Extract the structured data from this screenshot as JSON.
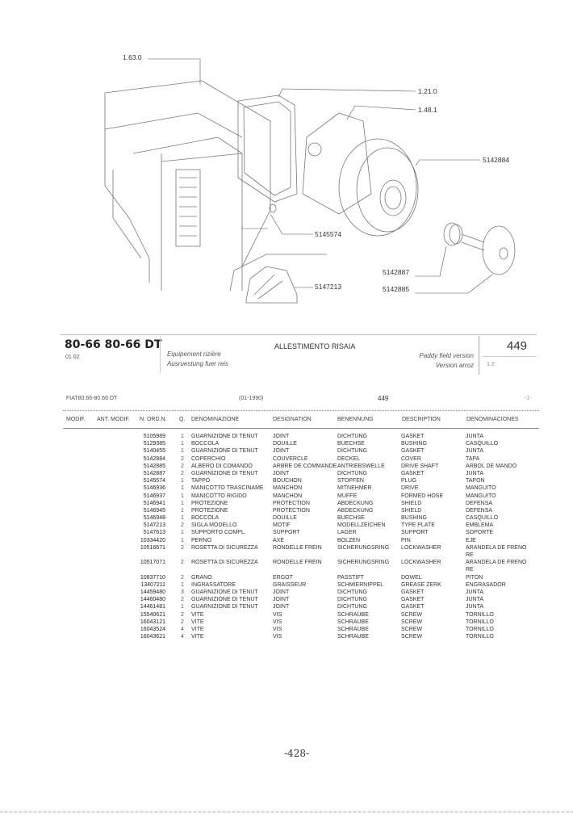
{
  "diagram": {
    "callouts": [
      "1.63.0",
      "1.21.0",
      "1.48.1",
      "5142884",
      "5145574",
      "5147213",
      "5142887",
      "5142885"
    ]
  },
  "header": {
    "model": "80-66 80-66 DT",
    "model_code": "01 02",
    "title": "ALLESTIMENTO RISAIA",
    "subtitle_fr": "Equipement rizière",
    "subtitle_de": "Ausruestung fuer reis",
    "subtitle_en": "Paddy field version",
    "subtitle_es": "Version arroz",
    "group_number": "449",
    "sheet": "1 2"
  },
  "subheader": {
    "model": "FIAT80.66-80.66 DT",
    "date": "(01-1990)",
    "group": "449",
    "page": "-1-"
  },
  "columns": [
    "MODIF.",
    "ANT. MODIF.",
    "N. ORD.N.",
    "Q.",
    "DENOMINAZIONE",
    "DESIGNATION",
    "BENENNUNG",
    "DESCRIPTION",
    "DENOMINACIONES"
  ],
  "parts": [
    {
      "ord": "5105989",
      "q": "1",
      "den": "GUARNIZIONE DI TENUT",
      "des": "JOINT",
      "ben": "DICHTUNG",
      "dsc": "GASKET",
      "spa": "JUNTA"
    },
    {
      "ord": "5129385",
      "q": "1",
      "den": "BOCCOLA",
      "des": "DOUILLE",
      "ben": "BUECHSE",
      "dsc": "BUSHING",
      "spa": "CASQUILLO"
    },
    {
      "ord": "5140455",
      "q": "1",
      "den": "GUARNIZIONE DI TENUT",
      "des": "JOINT",
      "ben": "DICHTUNG",
      "dsc": "GASKET",
      "spa": "JUNTA"
    },
    {
      "ord": "5142884",
      "q": "2",
      "den": "COPERCHIO",
      "des": "COUVERCLE",
      "ben": "DECKEL",
      "dsc": "COVER",
      "spa": "TAPA"
    },
    {
      "ord": "5142885",
      "q": "2",
      "den": "ALBERO DI COMANDO",
      "des": "ARBRE DE COMMANDE",
      "ben": "ANTRIEBSWELLE",
      "dsc": "DRIVE SHAFT",
      "spa": "ARBOL DE MANDO"
    },
    {
      "ord": "5142887",
      "q": "2",
      "den": "GUARNIZIONE DI TENUT",
      "des": "JOINT",
      "ben": "DICHTUNG",
      "dsc": "GASKET",
      "spa": "JUNTA"
    },
    {
      "ord": "5145574",
      "q": "1",
      "den": "TAPPO",
      "des": "BOUCHON",
      "ben": "STOPFEN",
      "dsc": "PLUG",
      "spa": "TAPON"
    },
    {
      "ord": "5146936",
      "q": "1",
      "den": "MANICOTTO TRASCINAME",
      "des": "MANCHON",
      "ben": "MITNEHMER",
      "dsc": "DRIVE",
      "spa": "MANGUITO"
    },
    {
      "ord": "5146937",
      "q": "1",
      "den": "MANICOTTO RIGIDO",
      "des": "MANCHON",
      "ben": "MUFFE",
      "dsc": "FORMED HOSE",
      "spa": "MANGUITO"
    },
    {
      "ord": "5146941",
      "q": "1",
      "den": "PROTEZIONE",
      "des": "PROTECTION",
      "ben": "ABDECKUNG",
      "dsc": "SHIELD",
      "spa": "DEFENSA"
    },
    {
      "ord": "5146945",
      "q": "1",
      "den": "PROTEZIONE",
      "des": "PROTECTION",
      "ben": "ABDECKUNG",
      "dsc": "SHIELD",
      "spa": "DEFENSA"
    },
    {
      "ord": "5146948",
      "q": "1",
      "den": "BOCCOLA",
      "des": "DOUILLE",
      "ben": "BUECHSE",
      "dsc": "BUSHING",
      "spa": "CASQUILLO"
    },
    {
      "ord": "5147213",
      "q": "2",
      "den": "SIGLA MODELLO",
      "des": "MOTIF",
      "ben": "MODELLZEICHEN",
      "dsc": "TYPE PLATE",
      "spa": "EMBLEMA"
    },
    {
      "ord": "5147613",
      "q": "1",
      "den": "SUPPORTO COMPL.",
      "des": "SUPPORT",
      "ben": "LAGER",
      "dsc": "SUPPORT",
      "spa": "SOPORTE"
    },
    {
      "ord": "10334420",
      "q": "1",
      "den": "PERNO",
      "des": "AXE",
      "ben": "BOLZEN",
      "dsc": "PIN",
      "spa": "EJE"
    },
    {
      "ord": "10516671",
      "q": "2",
      "den": "ROSETTA DI SICUREZZA",
      "des": "RONDELLE FREIN",
      "ben": "SICHERUNGSRING",
      "dsc": "LOCKWASHER",
      "spa": "ARANDELA DE FRENO RE"
    },
    {
      "ord": "10517071",
      "q": "2",
      "den": "ROSETTA DI SICUREZZA",
      "des": "RONDELLE FREIN",
      "ben": "SICHERUNGSRING",
      "dsc": "LOCKWASHER",
      "spa": "ARANDELA DE FRENO RE"
    },
    {
      "ord": "10837710",
      "q": "2",
      "den": "GRANO",
      "des": "ERGOT",
      "ben": "PASSTIFT",
      "dsc": "DOWEL",
      "spa": "PITON"
    },
    {
      "ord": "13407211",
      "q": "1",
      "den": "INGRASSATORE",
      "des": "GRAISSEUR",
      "ben": "SCHMIERNIPPEL",
      "dsc": "GREASE ZERK",
      "spa": "ENGRASADOR"
    },
    {
      "ord": "14459480",
      "q": "3",
      "den": "GUARNIZIONE DI TENUT",
      "des": "JOINT",
      "ben": "DICHTUNG",
      "dsc": "GASKET",
      "spa": "JUNTA"
    },
    {
      "ord": "14460480",
      "q": "2",
      "den": "GUARNIZIONE DI TENUT",
      "des": "JOINT",
      "ben": "DICHTUNG",
      "dsc": "GASKET",
      "spa": "JUNTA"
    },
    {
      "ord": "14461481",
      "q": "1",
      "den": "GUARNIZIONE DI TENUT",
      "des": "JOINT",
      "ben": "DICHTUNG",
      "dsc": "GASKET",
      "spa": "JUNTA"
    },
    {
      "ord": "15540621",
      "q": "2",
      "den": "VITE",
      "des": "VIS",
      "ben": "SCHRAUBE",
      "dsc": "SCREW",
      "spa": "TORNILLO"
    },
    {
      "ord": "16043121",
      "q": "2",
      "den": "VITE",
      "des": "VIS",
      "ben": "SCHRAUBE",
      "dsc": "SCREW",
      "spa": "TORNILLO"
    },
    {
      "ord": "16043524",
      "q": "4",
      "den": "VITE",
      "des": "VIS",
      "ben": "SCHRAUBE",
      "dsc": "SCREW",
      "spa": "TORNILLO"
    },
    {
      "ord": "16043621",
      "q": "4",
      "den": "VITE",
      "des": "VIS",
      "ben": "SCHRAUBE",
      "dsc": "SCREW",
      "spa": "TORNILLO"
    }
  ],
  "footer": {
    "page_number": "-428-"
  }
}
